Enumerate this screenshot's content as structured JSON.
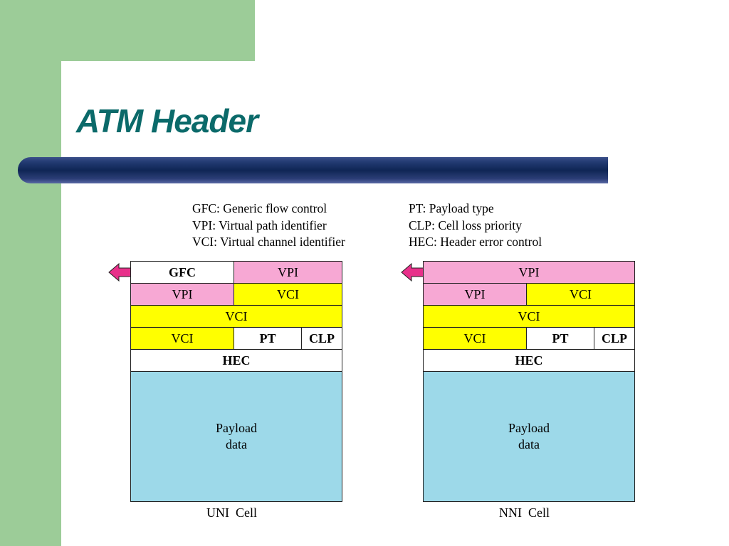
{
  "slide": {
    "title": "ATM Header"
  },
  "legend": {
    "left": [
      "GFC: Generic flow control",
      "VPI: Virtual path identifier",
      "VCI: Virtual channel identifier"
    ],
    "right": [
      "PT: Payload type",
      "CLP: Cell loss priority",
      "HEC: Header error control"
    ]
  },
  "colors": {
    "background_green": "#9ccc98",
    "title_teal": "#0b6a6a",
    "bar_navy": "#0f2655",
    "field_pink": "#f7a8d4",
    "field_yellow": "#ffff00",
    "payload_blue": "#9dd9e9",
    "arrow_magenta": "#e8308a"
  },
  "uni": {
    "caption": "UNI  Cell",
    "gfc": "GFC",
    "vpi_row1": "VPI",
    "vpi_row2": "VPI",
    "vci_row2": "VCI",
    "vci_row3": "VCI",
    "vci_row4": "VCI",
    "pt": "PT",
    "clp": "CLP",
    "hec": "HEC",
    "payload_line1": "Payload",
    "payload_line2": "data"
  },
  "nni": {
    "caption": "NNI  Cell",
    "vpi_row1": "VPI",
    "vpi_row2": "VPI",
    "vci_row2": "VCI",
    "vci_row3": "VCI",
    "vci_row4": "VCI",
    "pt": "PT",
    "clp": "CLP",
    "hec": "HEC",
    "payload_line1": "Payload",
    "payload_line2": "data"
  }
}
